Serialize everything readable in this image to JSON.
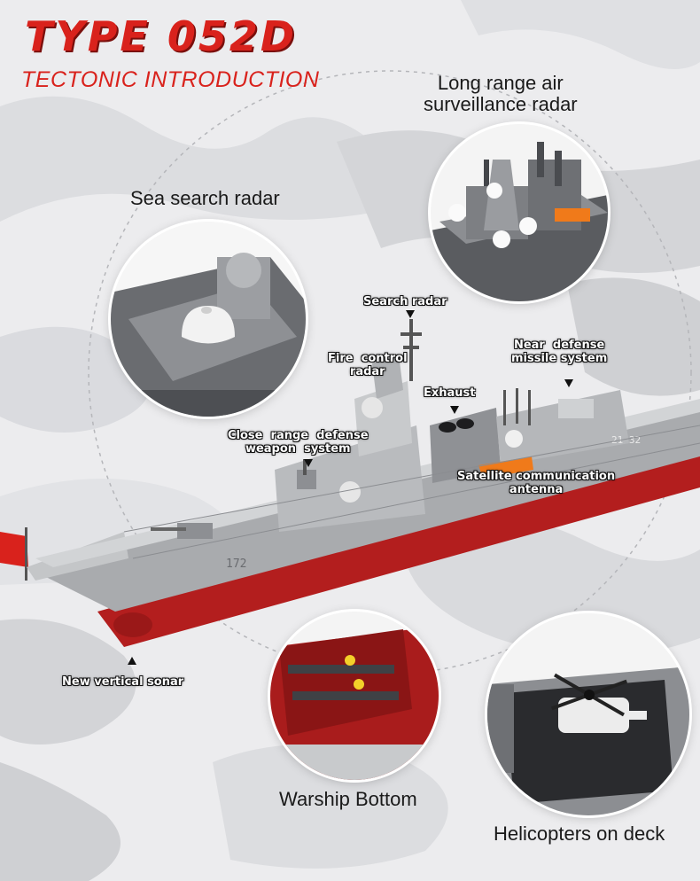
{
  "header": {
    "title": "TYPE 052D",
    "subtitle": "TECTONIC INTRODUCTION"
  },
  "detail_labels": {
    "long_range_radar": "Long range air\nsurveillance radar",
    "sea_search_radar": "Sea search radar",
    "warship_bottom": "Warship Bottom",
    "helicopters": "Helicopters on deck"
  },
  "callouts": {
    "search_radar": "Search radar",
    "fire_control_radar": "Fire  control\nradar",
    "exhaust": "Exhaust",
    "near_defense": "Near  defense\nmissile system",
    "close_range": "Close  range  defense\nweapon  system",
    "satellite": "Satellite communication\nantenna",
    "sonar": "New  vertical sonar"
  },
  "ship": {
    "hull_number": "172",
    "side_number": "21 32"
  },
  "colors": {
    "accent": "#d9221c",
    "hull_red": "#b31e1e",
    "hull_grey": "#a9abae"
  }
}
